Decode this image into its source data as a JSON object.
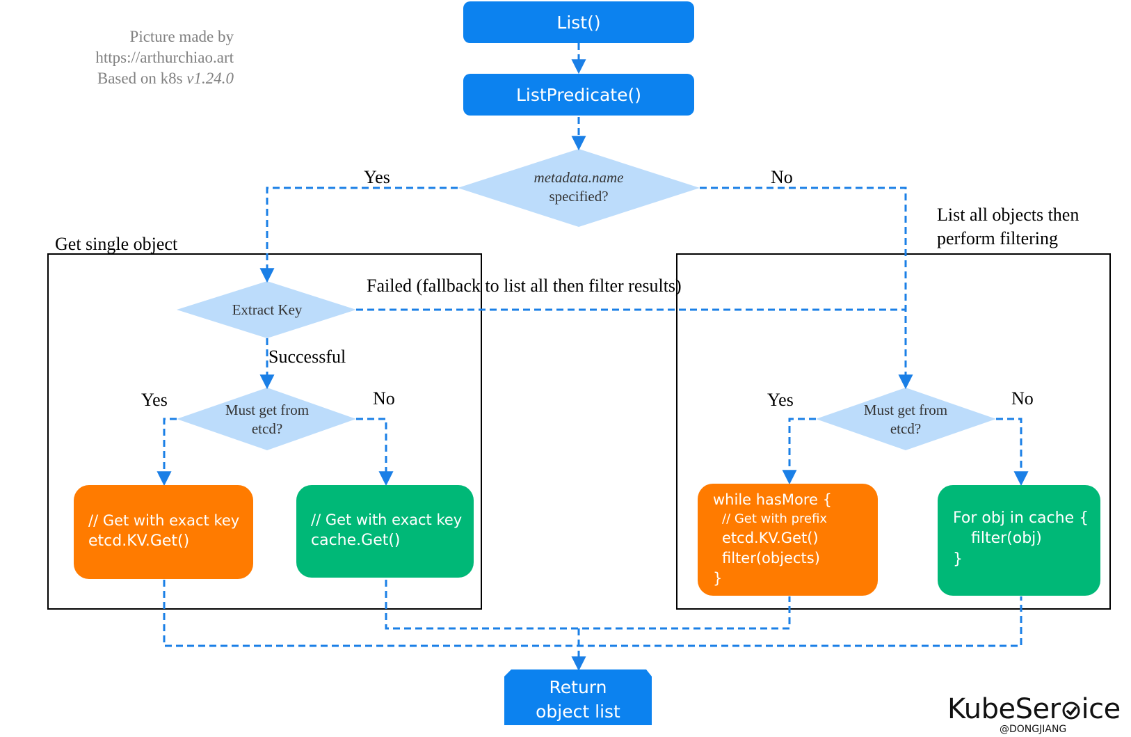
{
  "credit": {
    "line1": "Picture made by",
    "line2": "https://arthurchiao.art",
    "line3_prefix": "Based on k8s",
    "line3_version": "v1.24.0"
  },
  "nodes": {
    "list": "List()",
    "list_predicate": "ListPredicate()",
    "decision_name_italic": "metadata.name",
    "decision_name_rest": "specified?",
    "extract_key": "Extract Key",
    "must_get_left_1": "Must get from",
    "must_get_left_2": "etcd?",
    "must_get_right_1": "Must get from",
    "must_get_right_2": "etcd?",
    "return_1": "Return",
    "return_2": "object list"
  },
  "groups": {
    "single": "Get single object",
    "all_line1": "List all objects then",
    "all_line2": "perform filtering"
  },
  "edges": {
    "yes_top": "Yes",
    "no_top": "No",
    "failed": "Failed (fallback to list all then filter results)",
    "successful": "Successful",
    "yes_left": "Yes",
    "no_left": "No",
    "yes_right": "Yes",
    "no_right": "No"
  },
  "code": {
    "etcd_single": [
      "// Get with exact key",
      "etcd.KV.Get()"
    ],
    "cache_single": [
      "// Get with exact key",
      "cache.Get()"
    ],
    "etcd_list": [
      "while hasMore {",
      "// Get with prefix",
      "etcd.KV.Get()",
      "filter(objects)",
      "}"
    ],
    "cache_list": [
      "For obj in cache {",
      "filter(obj)",
      "}"
    ]
  },
  "brand": {
    "name_part1": "KubeSer",
    "name_part2": "ice",
    "handle": "@DONGJIANG"
  },
  "colors": {
    "blue": "#0c82ef",
    "diamond": "#bcdcfb",
    "orange": "#ff7b00",
    "green": "#00b877",
    "dashed": "#1a7fe6"
  }
}
